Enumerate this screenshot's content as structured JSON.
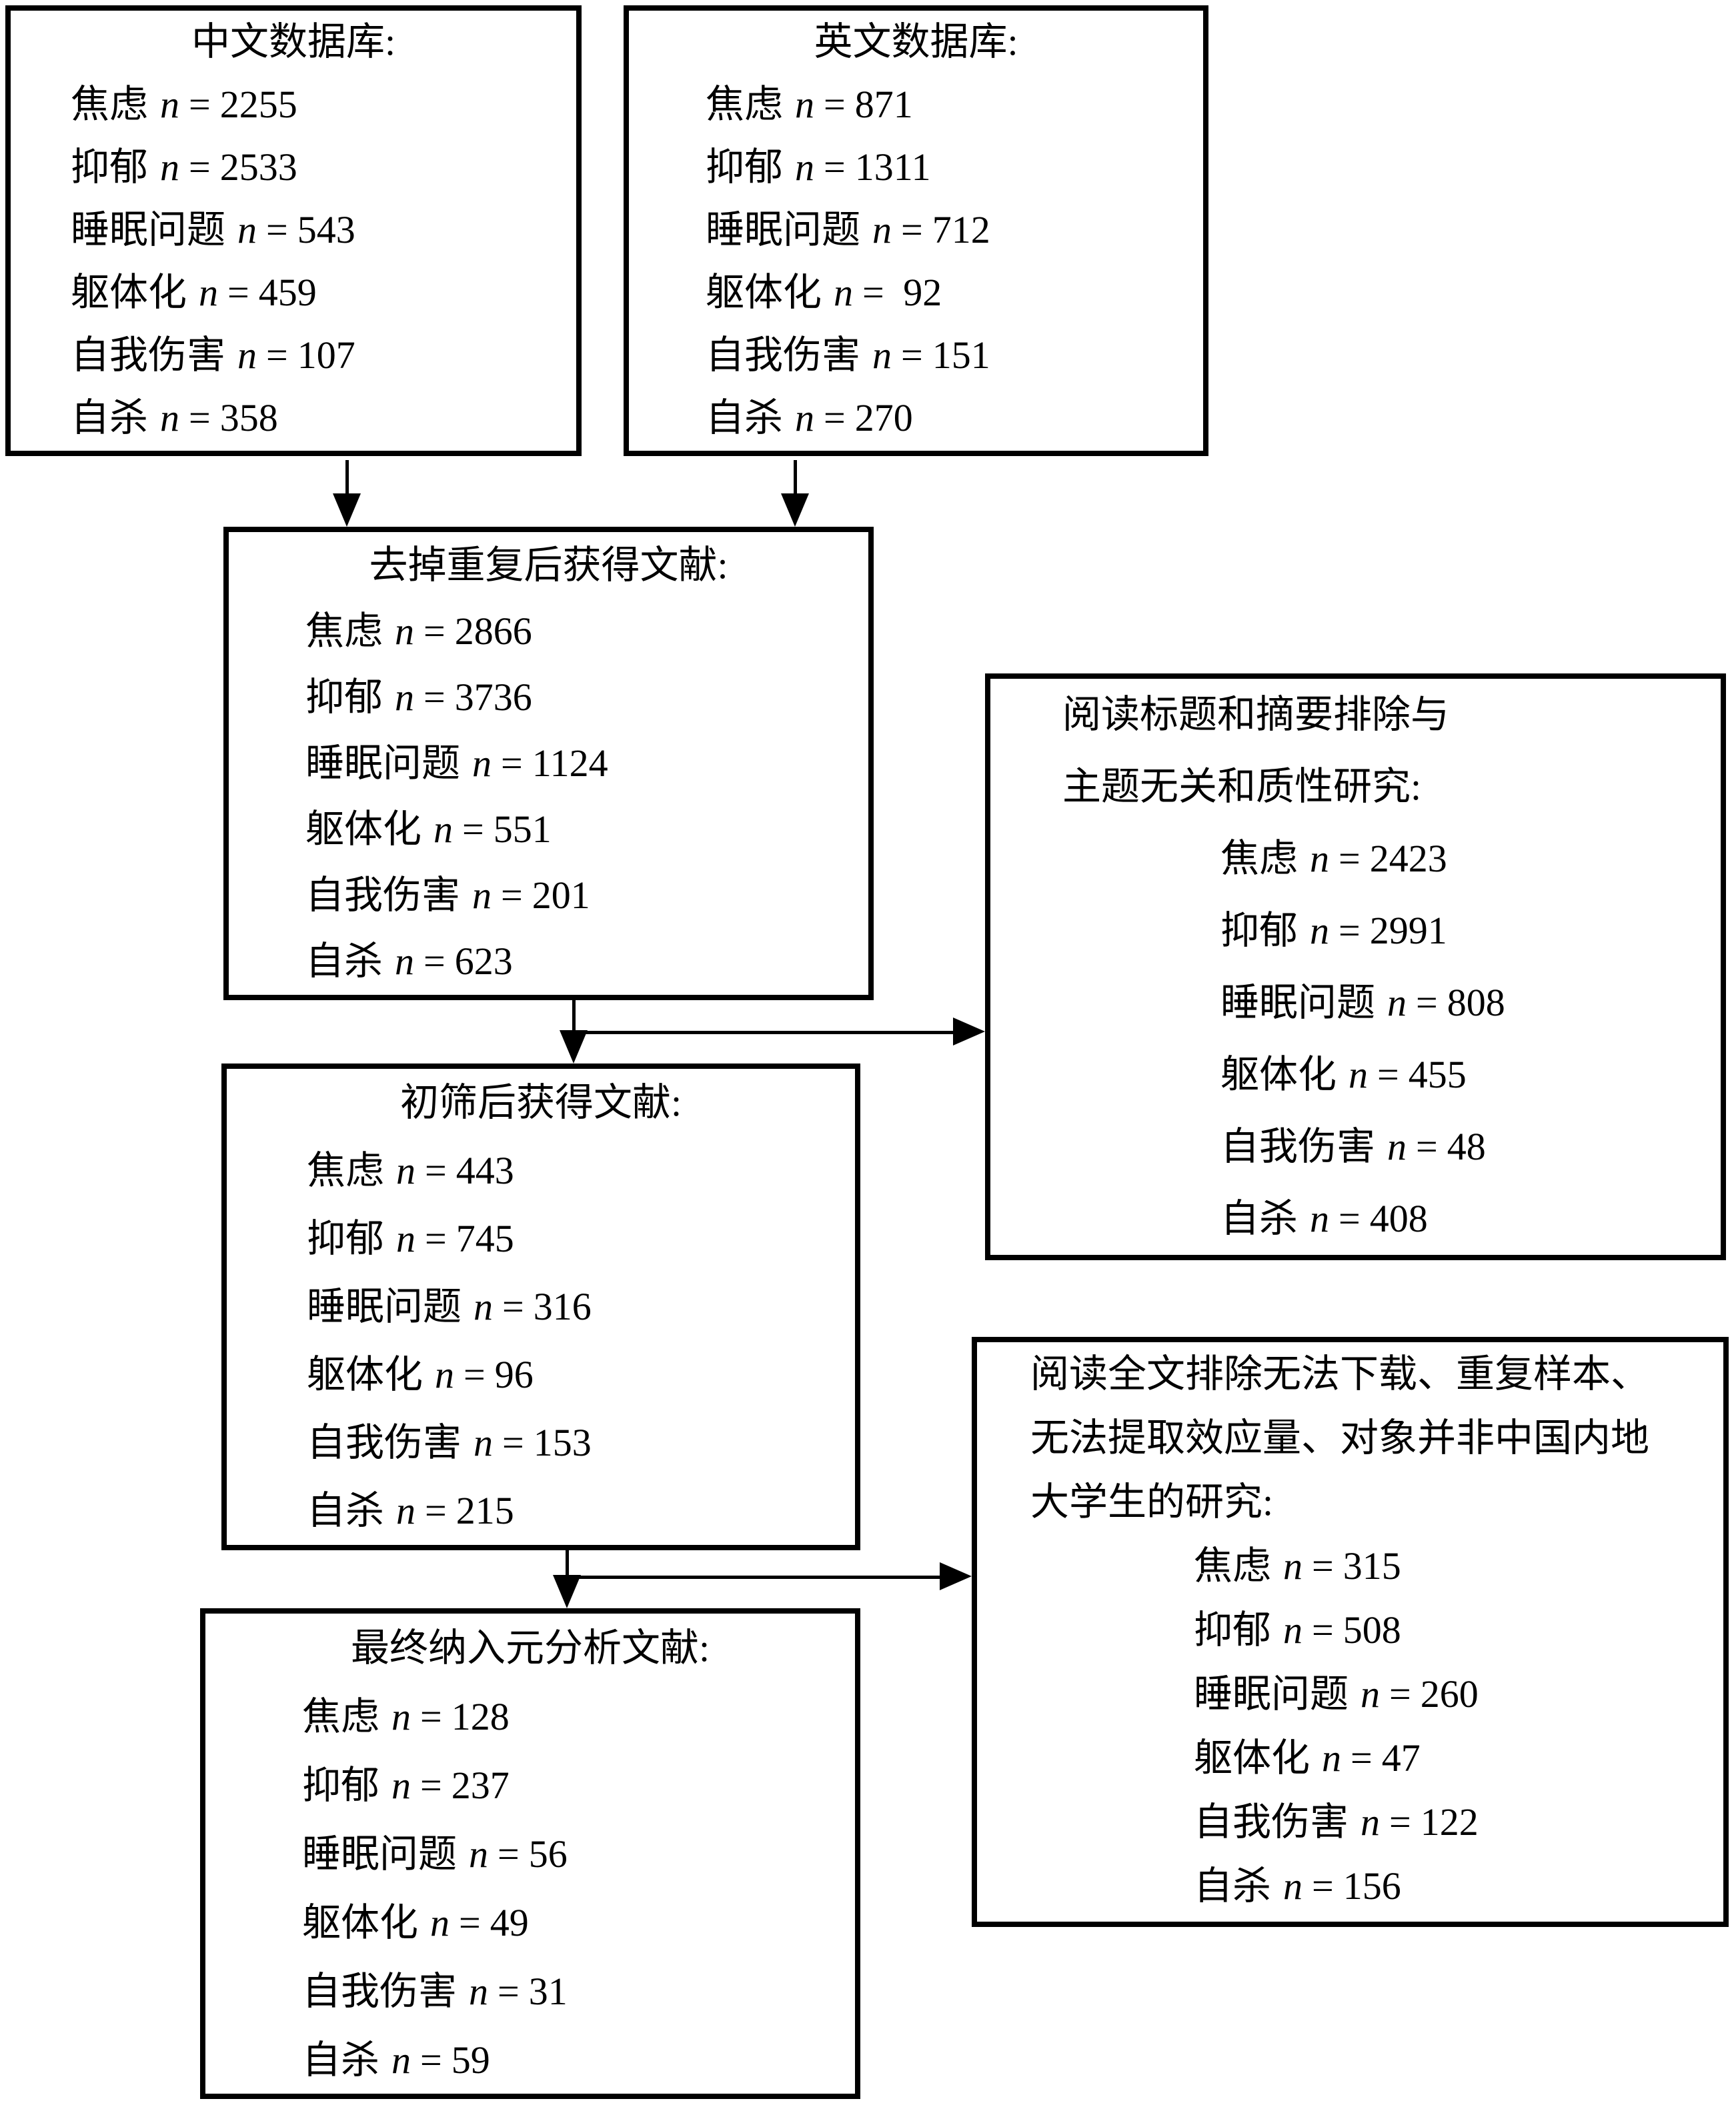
{
  "diagram": {
    "colors": {
      "ink": "#000000",
      "background": "#ffffff"
    },
    "item_var": "n",
    "eq_sign": "=",
    "boxes": [
      {
        "id": "chinese-databases",
        "title_lines": [
          "中文数据库:"
        ],
        "items": [
          {
            "label": "焦虑",
            "value": "2255"
          },
          {
            "label": "抑郁",
            "value": "2533"
          },
          {
            "label": "睡眠问题",
            "value": "543"
          },
          {
            "label": "躯体化",
            "value": "459"
          },
          {
            "label": "自我伤害",
            "value": "107"
          },
          {
            "label": "自杀",
            "value": "358"
          }
        ]
      },
      {
        "id": "english-databases",
        "title_lines": [
          "英文数据库:"
        ],
        "items": [
          {
            "label": "焦虑",
            "value": "871"
          },
          {
            "label": "抑郁",
            "value": "1311"
          },
          {
            "label": "睡眠问题",
            "value": "712"
          },
          {
            "label": "躯体化",
            "value": " 92"
          },
          {
            "label": "自我伤害",
            "value": "151"
          },
          {
            "label": "自杀",
            "value": "270"
          }
        ]
      },
      {
        "id": "after-deduplication",
        "title_lines": [
          "去掉重复后获得文献:"
        ],
        "items": [
          {
            "label": "焦虑",
            "value": "2866"
          },
          {
            "label": "抑郁",
            "value": "3736"
          },
          {
            "label": "睡眠问题",
            "value": "1124"
          },
          {
            "label": "躯体化",
            "value": "551"
          },
          {
            "label": "自我伤害",
            "value": "201"
          },
          {
            "label": "自杀",
            "value": "623"
          }
        ]
      },
      {
        "id": "title-abstract-exclusion",
        "title_lines": [
          "阅读标题和摘要排除与",
          "主题无关和质性研究:"
        ],
        "items": [
          {
            "label": "焦虑",
            "value": "2423"
          },
          {
            "label": "抑郁",
            "value": "2991"
          },
          {
            "label": "睡眠问题",
            "value": "808"
          },
          {
            "label": "躯体化",
            "value": "455"
          },
          {
            "label": "自我伤害",
            "value": "48"
          },
          {
            "label": "自杀",
            "value": "408"
          }
        ]
      },
      {
        "id": "after-initial-screening",
        "title_lines": [
          "初筛后获得文献:"
        ],
        "items": [
          {
            "label": "焦虑",
            "value": "443"
          },
          {
            "label": "抑郁",
            "value": "745"
          },
          {
            "label": "睡眠问题",
            "value": "316"
          },
          {
            "label": "躯体化",
            "value": "96"
          },
          {
            "label": "自我伤害",
            "value": "153"
          },
          {
            "label": "自杀",
            "value": "215"
          }
        ]
      },
      {
        "id": "fulltext-exclusion",
        "title_lines": [
          "阅读全文排除无法下载、重复样本、",
          "无法提取效应量、对象并非中国内地",
          "大学生的研究:"
        ],
        "items": [
          {
            "label": "焦虑",
            "value": "315"
          },
          {
            "label": "抑郁",
            "value": "508"
          },
          {
            "label": "睡眠问题",
            "value": "260"
          },
          {
            "label": "躯体化",
            "value": "47"
          },
          {
            "label": "自我伤害",
            "value": "122"
          },
          {
            "label": "自杀",
            "value": "156"
          }
        ]
      },
      {
        "id": "final-included-meta-analysis",
        "title_lines": [
          "最终纳入元分析文献:"
        ],
        "items": [
          {
            "label": "焦虑",
            "value": "128"
          },
          {
            "label": "抑郁",
            "value": "237"
          },
          {
            "label": "睡眠问题",
            "value": "56"
          },
          {
            "label": "躯体化",
            "value": "49"
          },
          {
            "label": "自我伤害",
            "value": "31"
          },
          {
            "label": "自杀",
            "value": "59"
          }
        ]
      }
    ]
  }
}
